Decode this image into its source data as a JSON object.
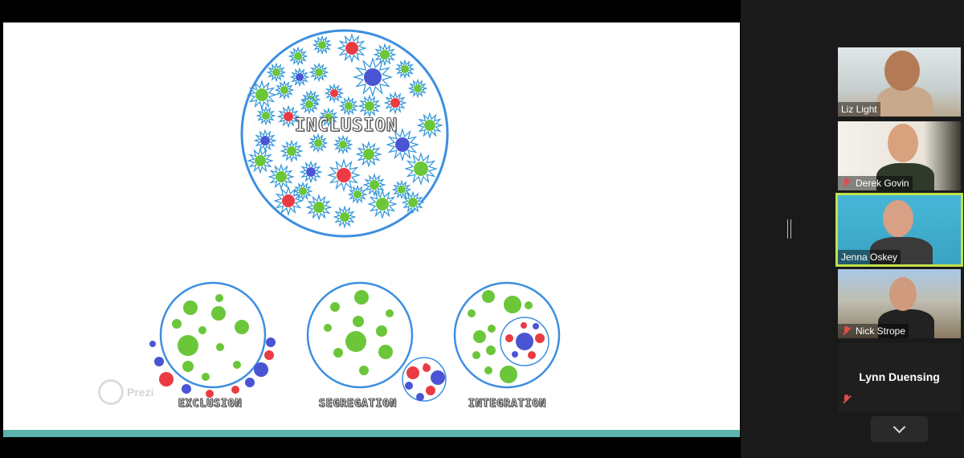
{
  "slide": {
    "title_label": "INCLUSION",
    "bottom_labels": [
      "EXCLUSION",
      "SEGREGATION",
      "INTEGRATION"
    ],
    "watermark": "Prezi",
    "colors": {
      "ring": "#3d8fe0",
      "green": "#6bc63a",
      "red": "#ea3b43",
      "blue": "#4a55d4",
      "spark": "#2f95d8",
      "footer": "#5ab4ac"
    }
  },
  "participants": [
    {
      "name": "Liz Light",
      "muted": false,
      "active": false,
      "video": true
    },
    {
      "name": "Derek Govin",
      "muted": true,
      "active": false,
      "video": true
    },
    {
      "name": "Jenna Oskey",
      "muted": false,
      "active": true,
      "video": true
    },
    {
      "name": "Nick Strope",
      "muted": true,
      "active": false,
      "video": true
    },
    {
      "name": "Lynn Duensing",
      "muted": true,
      "active": false,
      "video": false
    }
  ],
  "icons": {
    "mute": "mic-muted-icon",
    "scroll": "chevron-down-icon",
    "divider": "resize-handle-icon"
  }
}
